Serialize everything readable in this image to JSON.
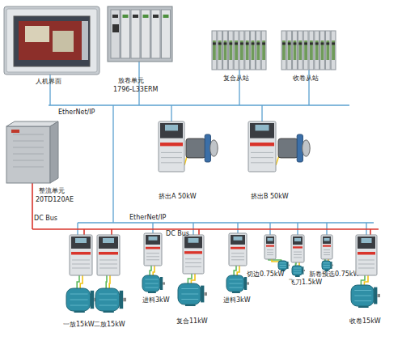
{
  "diagram": {
    "nodes": [
      {
        "text": [
          "人机界面"
        ]
      },
      {
        "text": [
          "放卷单元",
          "1796-L33ERM"
        ]
      },
      {
        "text": [
          "复合从站"
        ]
      },
      {
        "text": [
          "收卷从站"
        ]
      },
      {
        "text": [
          "挤出A 50kW"
        ]
      },
      {
        "text": [
          "挤出B 50kW"
        ]
      },
      {
        "text": [
          "整流单元",
          "20TD120AE"
        ]
      },
      {
        "text": [
          "一放15kW"
        ]
      },
      {
        "text": [
          "二放15kW"
        ]
      },
      {
        "text": [
          "进料3kW"
        ]
      },
      {
        "text": [
          "复合11kW"
        ]
      },
      {
        "text": [
          "进料3kW"
        ]
      },
      {
        "text": [
          "切边0.75kW"
        ]
      },
      {
        "text": [
          "飞刀1.5kW"
        ]
      },
      {
        "text": [
          "新卷预选0.75kW"
        ]
      },
      {
        "text": [
          "收卷15kW"
        ]
      }
    ],
    "labels": [
      "EtherNet/IP",
      "DC Bus",
      "EtherNet/IP",
      "DC Bus"
    ]
  }
}
